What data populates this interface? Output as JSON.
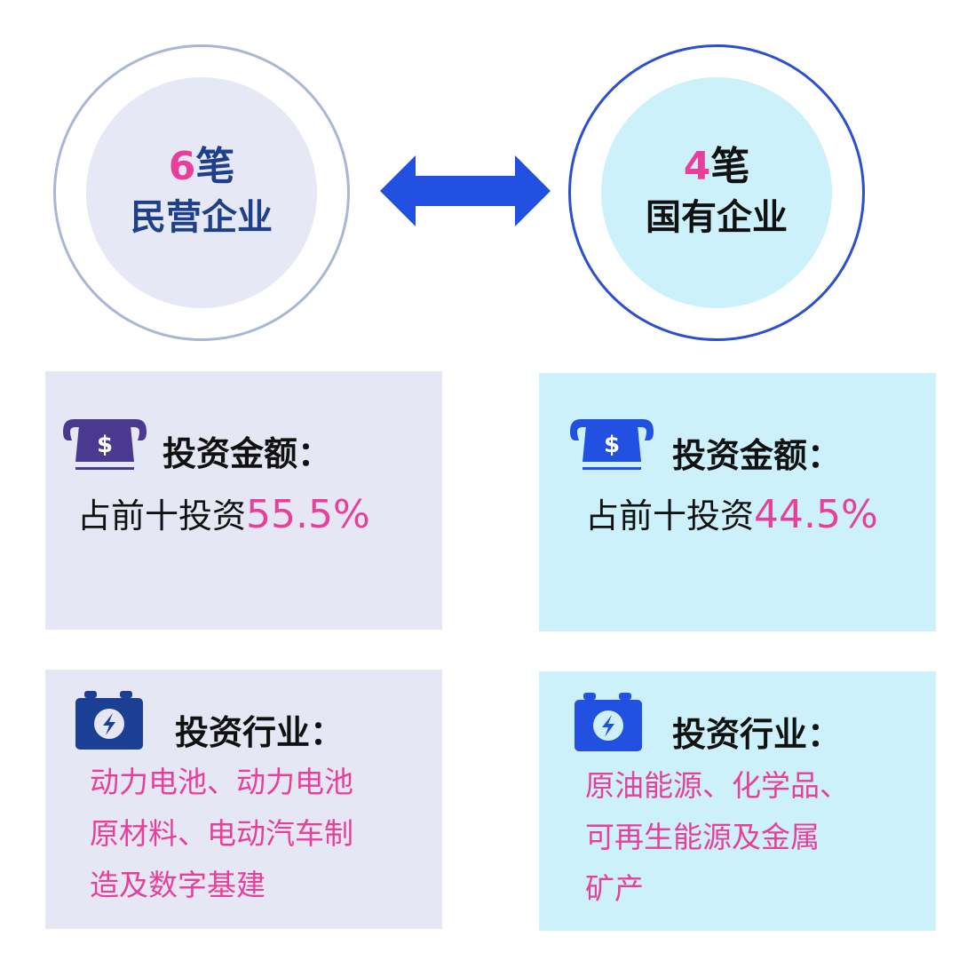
{
  "left": {
    "count": "6",
    "unit": "笔",
    "type": "民营企业",
    "amount_title": "投资金额：",
    "amount_prefix": "占前十投资",
    "amount_value": "55.5%",
    "industry_title": "投资行业：",
    "industry_lines": [
      "动力电池、动力电池",
      "原材料、电动汽车制",
      "造及数字基建"
    ]
  },
  "right": {
    "count": "4",
    "unit": "笔",
    "type": "国有企业",
    "amount_title": "投资金额：",
    "amount_prefix": "占前十投资",
    "amount_value": "44.5%",
    "industry_title": "投资行业：",
    "industry_lines": [
      "原油能源、化学品、",
      "可再生能源及金属",
      "矿产"
    ]
  },
  "icons": {
    "money": "atm-dollar-icon",
    "battery": "battery-bolt-icon",
    "arrow": "double-arrow-icon"
  },
  "colors": {
    "accent": "#e8409a",
    "left_bg": "#e6e7f5",
    "right_bg": "#cdf1fb",
    "blue": "#2250e0",
    "purple": "#4a3a8f"
  }
}
